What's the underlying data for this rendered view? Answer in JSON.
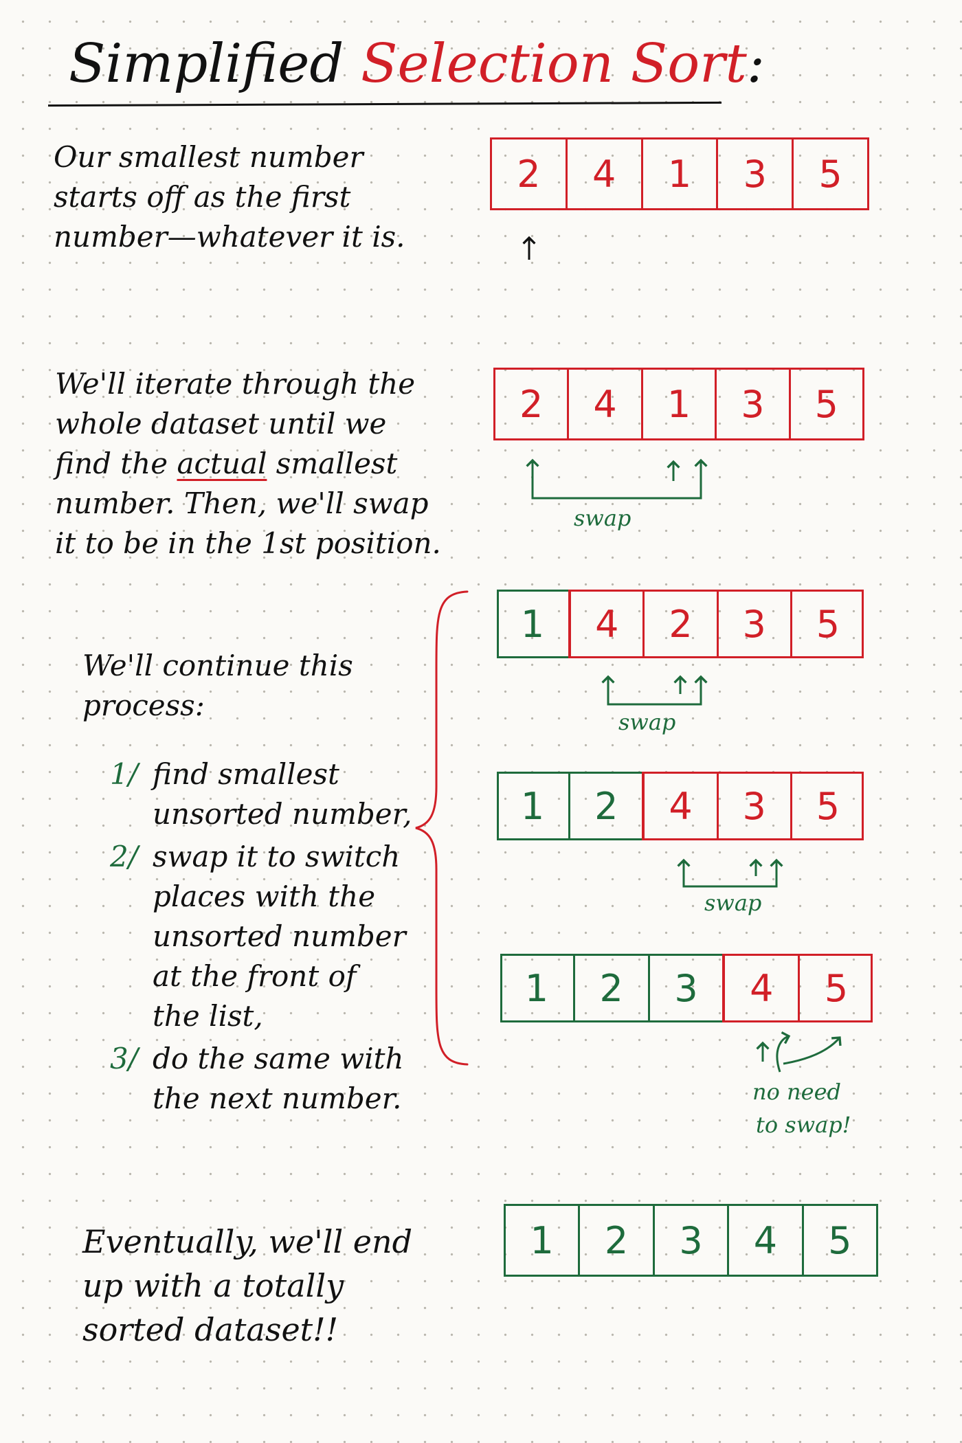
{
  "title": {
    "word1": "Simplified",
    "word2": "Selection",
    "word3": "Sort",
    "colon": ":"
  },
  "notes": {
    "start": [
      "Our smallest number",
      "starts off as the first",
      "number—whatever it is."
    ],
    "iterate": {
      "l1": "We'll iterate through the",
      "l2": "whole dataset until we",
      "l3_pre": "find the",
      "l3_u": "actual",
      "l3_post": "smallest",
      "l4": "number. Then, we'll swap",
      "l5": "it to be in the 1st position."
    },
    "continue": [
      "We'll continue this",
      "process:"
    ],
    "steps": [
      {
        "num": "1/",
        "lines": [
          "find smallest",
          "unsorted number,"
        ]
      },
      {
        "num": "2/",
        "lines": [
          "swap it to switch",
          "places with the",
          "unsorted number",
          "at the front of",
          "the list,"
        ]
      },
      {
        "num": "3/",
        "lines": [
          "do the same with",
          "the next number."
        ]
      }
    ],
    "end": [
      "Eventually, we'll end",
      "up with a totally",
      "sorted dataset!!"
    ]
  },
  "arrays": [
    {
      "cells": [
        "2",
        "4",
        "1",
        "3",
        "5"
      ],
      "sorted_count": 0
    },
    {
      "cells": [
        "2",
        "4",
        "1",
        "3",
        "5"
      ],
      "sorted_count": 0
    },
    {
      "cells": [
        "1",
        "4",
        "2",
        "3",
        "5"
      ],
      "sorted_count": 1
    },
    {
      "cells": [
        "1",
        "2",
        "4",
        "3",
        "5"
      ],
      "sorted_count": 2
    },
    {
      "cells": [
        "1",
        "2",
        "3",
        "4",
        "5"
      ],
      "sorted_count": 3
    },
    {
      "cells": [
        "1",
        "2",
        "3",
        "4",
        "5"
      ],
      "sorted_count": 5
    }
  ],
  "labels": {
    "swap": "swap",
    "no_need_1": "no need",
    "no_need_2": "to swap!"
  },
  "colors": {
    "unsorted": "#d11f27",
    "sorted": "#1e6b3c",
    "ink": "#111111"
  }
}
